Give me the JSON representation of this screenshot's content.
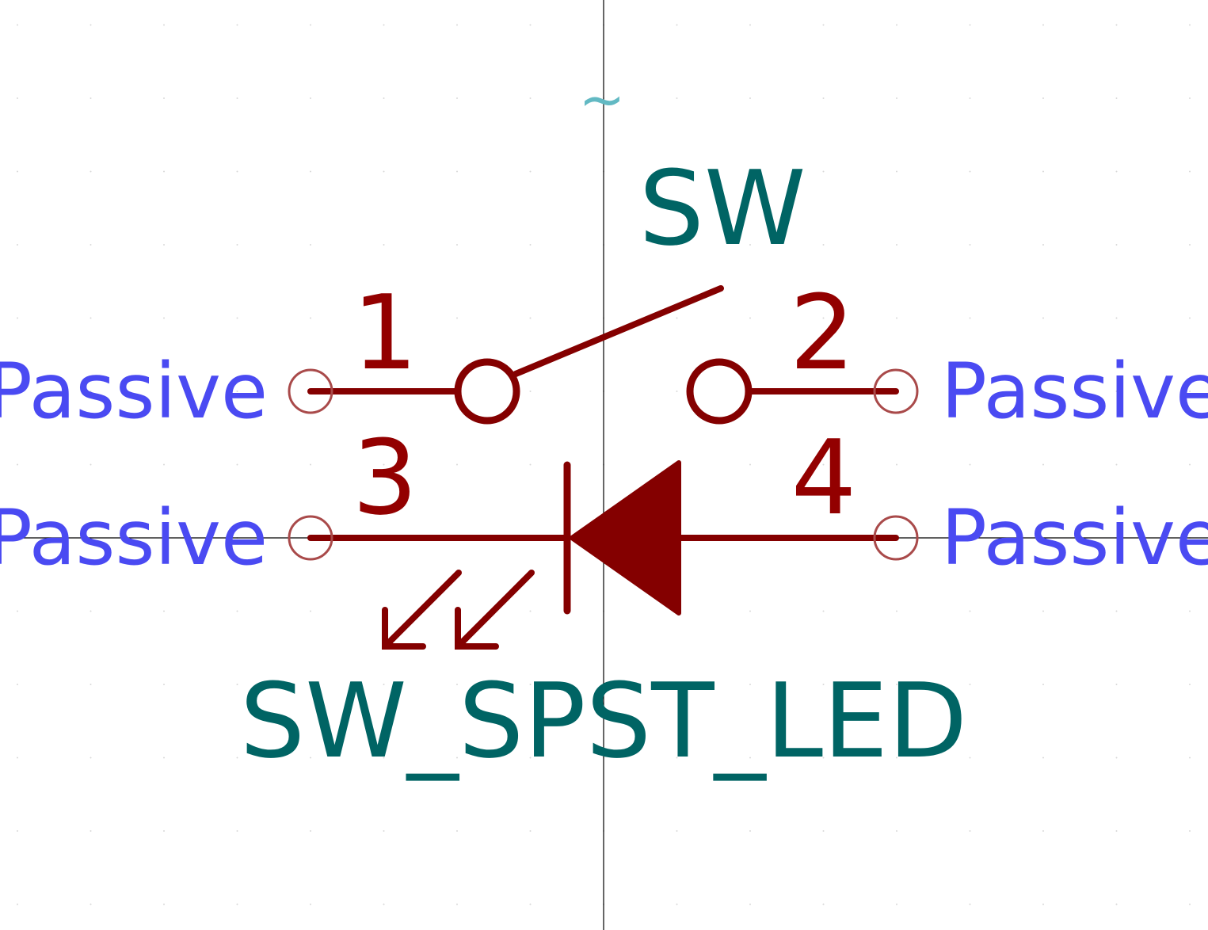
{
  "symbol": {
    "reference": "SW",
    "value": "SW_SPST_LED",
    "footprint_placeholder": "~"
  },
  "pins": [
    {
      "number": "1",
      "type": "Passive"
    },
    {
      "number": "2",
      "type": "Passive"
    },
    {
      "number": "3",
      "type": "Passive"
    },
    {
      "number": "4",
      "type": "Passive"
    }
  ],
  "colors": {
    "background": "#ffffff",
    "body": "#840000",
    "pin_number": "#930000",
    "pin_type": "#4a4af2",
    "reference_value": "#006464",
    "footprint_field": "#62b9c3",
    "pin_end_marker": "#a94a4a",
    "crosshair": "#000000"
  },
  "icons": {
    "switch": "spst-switch-symbol",
    "led": "led-diode-symbol"
  }
}
